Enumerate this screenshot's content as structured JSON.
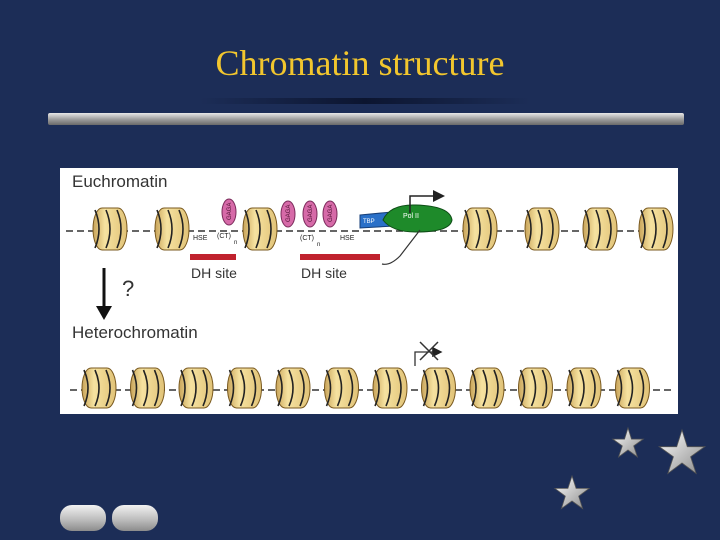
{
  "slide": {
    "title": "Chromatin structure"
  },
  "figure": {
    "label_euchromatin": "Euchromatin",
    "label_heterochromatin": "Heterochromatin",
    "question_mark": "?",
    "dh_site_labels": [
      "DH site",
      "DH site"
    ],
    "hse_labels": [
      "HSE",
      "HSE"
    ],
    "ct_labels": [
      "(CT)",
      "(CT)"
    ],
    "ct_subscript": "n",
    "gaga_label": "GAGA",
    "tbp_label": "TBP",
    "pol2_label": "Pol II"
  },
  "colors": {
    "background": "#1c2d57",
    "title": "#f2c62e",
    "nucleosome": "#f3dc93",
    "gaga_factor": "#d66aa8",
    "tbp": "#2a70c8",
    "pol2": "#1e8a2a",
    "dh_bar": "#c0222e"
  },
  "icons": [
    "down-arrow-icon",
    "transcription-start-arrow-icon",
    "blocked-transcription-icon",
    "star-icon"
  ],
  "nav": {
    "prev_label": "",
    "next_label": ""
  }
}
